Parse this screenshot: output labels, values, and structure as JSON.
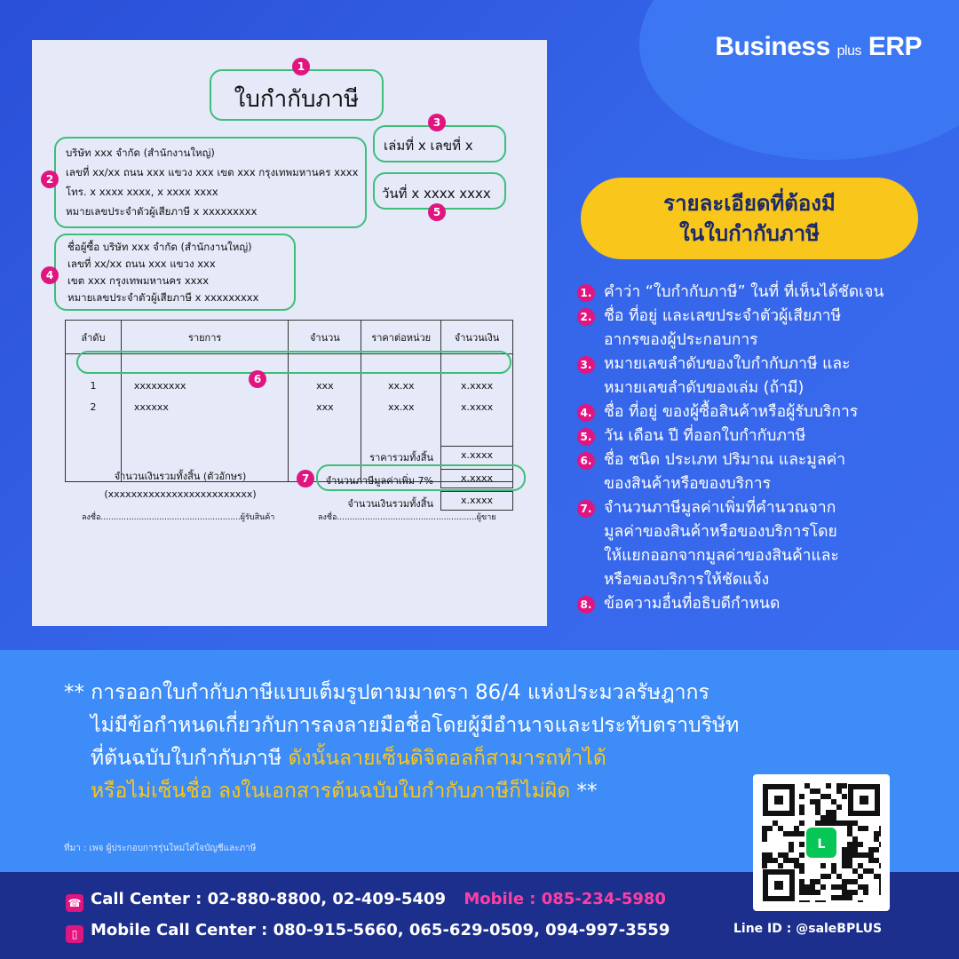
{
  "brand": {
    "name": "Business",
    "plus": "plus",
    "erp": "ERP"
  },
  "invoice": {
    "title": "ใบกำกับภาษี",
    "seller": [
      "บริษัท xxx จำกัด (สำนักงานใหญ่)",
      "เลขที่ xx/xx ถนน xxx แขวง xxx เขต xxx กรุงเทพมหานคร xxxx",
      "โทร. x xxxx xxxx, x xxxx xxxx",
      "หมายเลขประจำตัวผู้เสียภาษี x xxxxxxxxx"
    ],
    "book_no": "เล่มที่ x เลขที่ x",
    "date": "วันที่ x xxxx xxxx",
    "buyer": [
      "ชื่อผู้ซื้อ บริษัท xxx จำกัด (สำนักงานใหญ่)",
      "เลขที่ xx/xx ถนน xxx แขวง xxx",
      "เขต xxx กรุงเทพมหานคร xxxx",
      "หมายเลขประจำตัวผู้เสียภาษี x xxxxxxxxx"
    ],
    "table": {
      "headers": [
        "ลำดับ",
        "รายการ",
        "จำนวน",
        "ราคาต่อหน่วย",
        "จำนวนเงิน"
      ],
      "rows": [
        [
          "1",
          "xxxxxxxxx",
          "xxx",
          "xx.xx",
          "x.xxxx"
        ],
        [
          "2",
          "xxxxxx",
          "xxx",
          "xx.xx",
          "x.xxxx"
        ]
      ]
    },
    "totals": [
      {
        "label": "ราคารวมทั้งสิ้น",
        "value": "x.xxxx"
      },
      {
        "label": "จำนวนภาษีมูลค่าเพิ่ม 7%",
        "value": "x.xxxx"
      },
      {
        "label": "จำนวนเงินรวมทั้งสิ้น",
        "value": "x.xxxx"
      }
    ],
    "amount_words_label": "จำนวนเงินรวมทั้งสิ้น (ตัวอักษร)",
    "amount_words_value": "(xxxxxxxxxxxxxxxxxxxxxxxxx)",
    "sign_buyer": "ลงชื่อ.......................................................ผู้รับสินค้า",
    "sign_seller": "ลงชื่อ.......................................................ผู้ขาย",
    "markers": [
      "1",
      "2",
      "3",
      "4",
      "5",
      "6",
      "7"
    ]
  },
  "panel": {
    "title_line1": "รายละเอียดที่ต้องมี",
    "title_line2": "ในใบกำกับภาษี",
    "items": [
      {
        "n": "1.",
        "lines": [
          "คำว่า “ใบกำกับภาษี” ในที่ ที่เห็นได้ชัดเจน"
        ]
      },
      {
        "n": "2.",
        "lines": [
          "ชื่อ ที่อยู่ และเลขประจำตัวผู้เสียภาษี",
          "อากรของผู้ประกอบการ"
        ]
      },
      {
        "n": "3.",
        "lines": [
          "หมายเลขลำดับของใบกำกับภาษี และ",
          "หมายเลขลำดับของเล่ม (ถ้ามี)"
        ]
      },
      {
        "n": "4.",
        "lines": [
          "ชื่อ  ที่อยู่ ของผู้ซื้อสินค้าหรือผู้รับบริการ"
        ]
      },
      {
        "n": "5.",
        "lines": [
          "วัน เดือน ปี ที่ออกใบกำกับภาษี"
        ]
      },
      {
        "n": "6.",
        "lines": [
          "ชื่อ ชนิด ประเภท ปริมาณ และมูลค่า",
          "ของสินค้าหรือของบริการ"
        ]
      },
      {
        "n": "7.",
        "lines": [
          "จำนวนภาษีมูลค่าเพิ่มที่คำนวณจาก",
          "มูลค่าของสินค้าหรือของบริการโดย",
          "ให้แยกออกจากมูลค่าของสินค้าและ",
          "หรือของบริการให้ชัดแจ้ง"
        ]
      },
      {
        "n": "8.",
        "lines": [
          "ข้อความอื่นที่อธิบดีกำหนด"
        ]
      }
    ]
  },
  "note": {
    "line1": "** การออกใบกำกับภาษีแบบเต็มรูปตามมาตรา 86/4 แห่งประมวลรัษฎากร",
    "line2": "ไม่มีข้อกำหนดเกี่ยวกับการลงลายมือชื่อโดยผู้มีอำนาจและประทับตราบริษัท",
    "line3_plain": "ที่ต้นฉบับใบกำกับภาษี ",
    "line3_hl": "ดังนั้นลายเซ็นดิจิตอลก็สามารถทำได้",
    "line4_hl": "หรือไม่เซ็นชื่อ ลงในเอกสารต้นฉบับใบกำกับภาษีก็ไม่ผิด",
    "line4_plain": " **"
  },
  "source": "ที่มา : เพจ ผู้ประกอบการรุ่นใหม่ใส่ใจบัญชีและภาษี",
  "footer": {
    "call_label": "Call Center : 02-880-8800, 02-409-5409",
    "mobile_label": "Mobile : 085-234-5980",
    "mobile_call": "Mobile Call Center : 080-915-5660, 065-629-0509, 094-997-3559",
    "line_id": "Line ID : @saleBPLUS"
  },
  "icons": {
    "phone": "phone-icon",
    "mobile": "mobile-phone-icon",
    "line": "line-app-icon"
  },
  "colors": {
    "accent_pink": "#e0157f",
    "highlight_yellow": "#f9c61c",
    "green_frame": "#3cbf7a",
    "background_blue": "#2f5fe0",
    "footer_navy": "#1d2f8c"
  }
}
